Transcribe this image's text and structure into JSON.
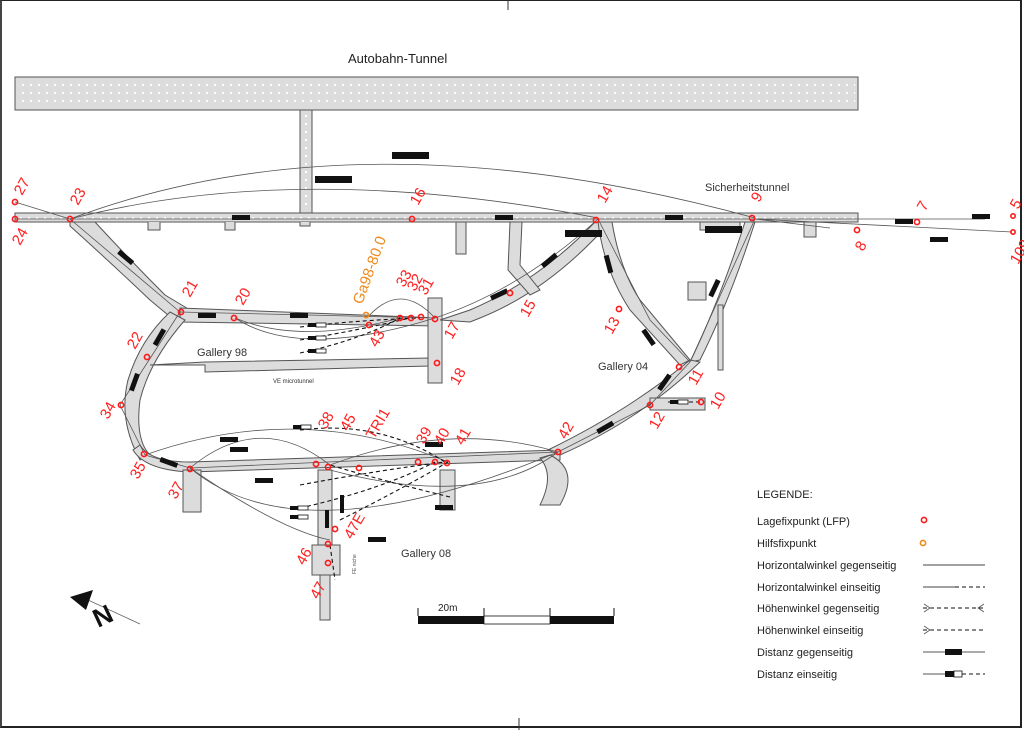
{
  "titles": {
    "autobahn": "Autobahn-Tunnel",
    "sicherheitstunnel": "Sicherheitstunnel",
    "gallery98": "Gallery 98",
    "gallery04": "Gallery 04",
    "gallery08": "Gallery 08",
    "microtunnel": "VE microtunnel",
    "fe_niche": "FE niche"
  },
  "points": {
    "lfp": [
      "27",
      "24",
      "23",
      "16",
      "14",
      "9",
      "7",
      "8",
      "5",
      "109",
      "21",
      "20",
      "22",
      "33",
      "32",
      "31",
      "43",
      "17",
      "18",
      "15",
      "13",
      "11",
      "10",
      "12",
      "34",
      "35",
      "37",
      "38",
      "45",
      "TRI1",
      "39",
      "40",
      "41",
      "42",
      "47E",
      "46",
      "47"
    ],
    "aux": [
      "Ga98-80.0"
    ]
  },
  "scale_bar": {
    "label": "20m"
  },
  "north_arrow": {
    "label": "N"
  },
  "legend": {
    "title": "LEGENDE:",
    "items": [
      {
        "label": "Lagefixpunkt (LFP)",
        "symbol": "red-circle"
      },
      {
        "label": "Hilfsfixpunkt",
        "symbol": "orange-circle"
      },
      {
        "label": "Horizontalwinkel gegenseitig",
        "symbol": "solid-line"
      },
      {
        "label": "Horizontalwinkel einseitig",
        "symbol": "solid-dashed-line"
      },
      {
        "label": "Höhenwinkel gegenseitig",
        "symbol": "dashed-arrows-both"
      },
      {
        "label": "Höhenwinkel einseitig",
        "symbol": "dashed-arrow-one"
      },
      {
        "label": "Distanz gegenseitig",
        "symbol": "bar-solid"
      },
      {
        "label": "Distanz einseitig",
        "symbol": "bar-open-dashed"
      }
    ]
  },
  "colors": {
    "lfp": "#ff1a1a",
    "aux": "#f08a1c",
    "tunnel_fill": "#dcdcdc"
  }
}
